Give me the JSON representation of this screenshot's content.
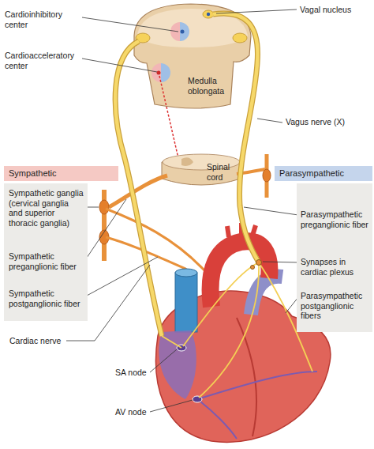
{
  "diagram": {
    "nodes": [
      {
        "text": [
          "Sympathetic",
          "Sympathetic ganglia (cervical ganglia and superior thoracic ganglia)",
          "Sympathetic preganglionic fiber",
          "Sympathetic postganglionic fiber"
        ]
      },
      {
        "text": [
          "Parasympathetic",
          "Parasympathetic preganglionic fiber",
          "Synapses in cardiac plexus",
          "Parasympathetic postganglionic fibers"
        ]
      }
    ],
    "labels": [
      "Vagal nucleus",
      "Cardioinhibitory center",
      "Cardioacceleratory center",
      "Medulla oblongata",
      "Vagus nerve (X)",
      "Spinal cord",
      "Cardiac nerve",
      "SA node",
      "AV node"
    ]
  }
}
